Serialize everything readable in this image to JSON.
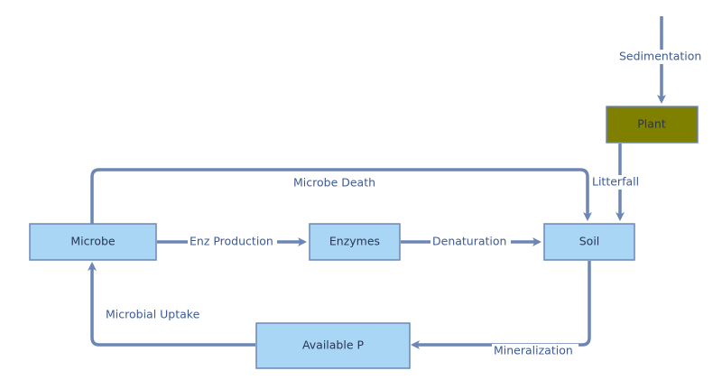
{
  "colors": {
    "box_fill": "#a9d6f5",
    "box_border": "#6c86b6",
    "plant_fill": "#7f7f00",
    "arrow": "#6c86b6",
    "label_text": "#3d5a94",
    "node_text": "#2a3555"
  },
  "nodes": {
    "plant": "Plant",
    "soil": "Soil",
    "microbe": "Microbe",
    "enzymes": "Enzymes",
    "available_p": "Available P"
  },
  "edges": {
    "sedimentation": "Sedimentation",
    "litterfall": "Litterfall",
    "microbe_death": "Microbe Death",
    "enz_production": "Enz Production",
    "denaturation": "Denaturation",
    "mineralization": "Mineralization",
    "microbial_uptake": "Microbial Uptake"
  }
}
